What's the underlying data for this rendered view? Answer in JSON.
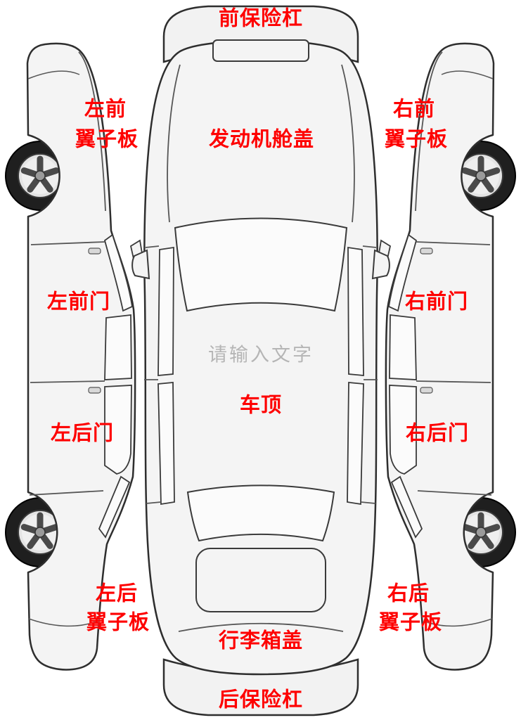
{
  "diagram_title": "car-body-parts-diagram",
  "labels": {
    "front_bumper": "前保险杠",
    "rear_bumper": "后保险杠",
    "hood": "发动机舱盖",
    "roof": "车顶",
    "trunk": "行李箱盖",
    "left_front_door": "左前门",
    "right_front_door": "右前门",
    "left_rear_door": "左后门",
    "right_rear_door": "右后门",
    "left_front_fender": [
      "左前",
      "翼子板"
    ],
    "right_front_fender": [
      "右前",
      "翼子板"
    ],
    "left_rear_fender": [
      "左后",
      "翼子板"
    ],
    "right_rear_fender": [
      "右后",
      "翼子板"
    ]
  },
  "watermark": "请输入文字",
  "colors": {
    "label_red": "#fe0000",
    "watermark_gray": "#ababab",
    "body_fill": "#f4f4f4",
    "glass_fill": "#fbfbfb",
    "outline": "#2e2e2e",
    "tire_black": "#1f1f1f",
    "rim_gray": "#e4e4e4"
  }
}
